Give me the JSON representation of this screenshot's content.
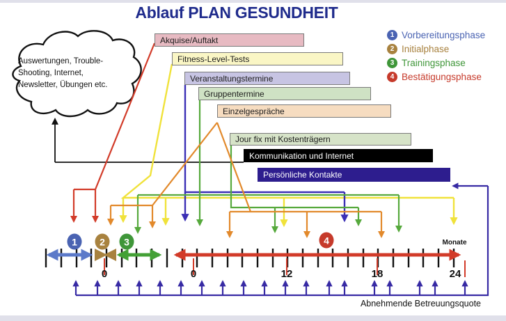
{
  "title": "Ablauf PLAN GESUNDHEIT",
  "cloud": {
    "line1": "Auswertungen, Trouble-",
    "line2": "Shooting, Internet,",
    "line3": "Newsletter, Übungen etc."
  },
  "bars": [
    {
      "label": "Akquise/Auftakt",
      "color": "#e7bac2"
    },
    {
      "label": "Fitness-Level-Tests",
      "color": "#faf6c5"
    },
    {
      "label": "Veranstaltungstermine",
      "color": "#c7c4e3"
    },
    {
      "label": "Gruppentermine",
      "color": "#cfe2c4"
    },
    {
      "label": "Einzelgespräche",
      "color": "#f6dcc0"
    },
    {
      "label": "Jour fix mit Kostenträgern",
      "color": "#d6e3c8"
    },
    {
      "label": "Kommunikation und Internet",
      "color": "#000000"
    },
    {
      "label": "Persönliche Kontakte",
      "color": "#2d1d8e"
    }
  ],
  "legend": {
    "items": [
      {
        "num": "1",
        "label": "Vorbereitungsphase",
        "color": "#4a63b2"
      },
      {
        "num": "2",
        "label": "Initialphase",
        "color": "#a8823f"
      },
      {
        "num": "3",
        "label": "Trainingsphase",
        "color": "#3f9639"
      },
      {
        "num": "4",
        "label": "Bestätigungsphase",
        "color": "#c63a2b"
      }
    ]
  },
  "timeline": {
    "phase_markers": [
      "1",
      "2",
      "3",
      "4"
    ],
    "axis_labels": [
      "0",
      "0",
      "12",
      "18",
      "24"
    ],
    "unit_label": "Monate",
    "phase_colors": {
      "phase1": "#5b79c9",
      "phase2": "#a8823f",
      "phase3": "#43a035",
      "phase4": "#d23b29"
    }
  },
  "footer": {
    "label": "Abnehmende Betreuungsquote"
  }
}
